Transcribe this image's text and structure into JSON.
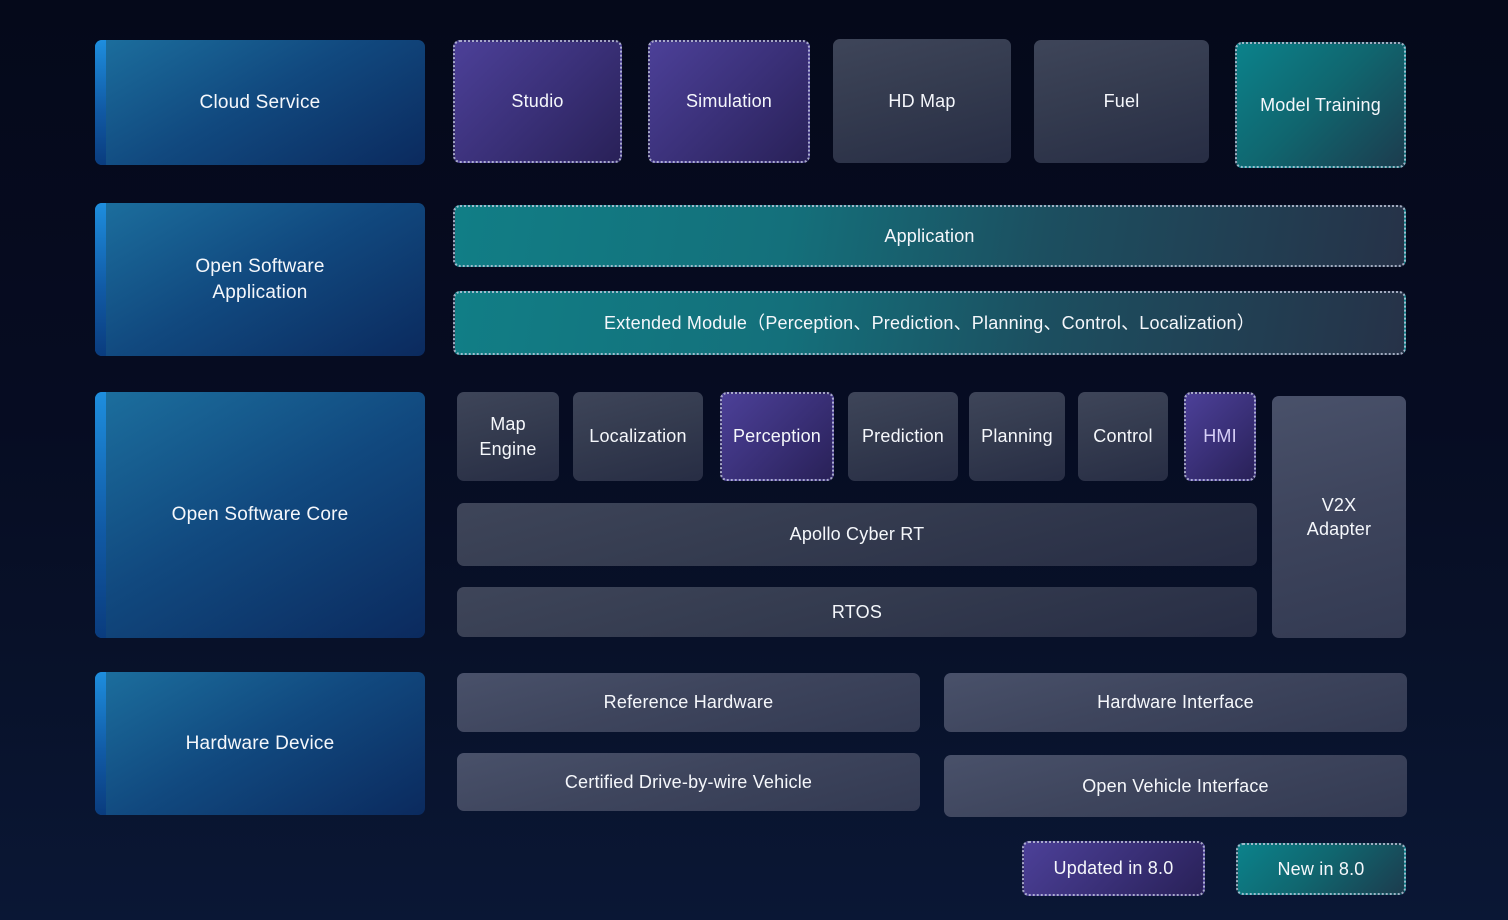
{
  "colors": {
    "background_top": "#05091a",
    "background_bottom": "#0a1735",
    "category_blue_light": "#1c6f9e",
    "category_blue_dark": "#0b2a5e",
    "accent_strip_blue": "#1e8ede",
    "updated_purple": "#43388f",
    "new_teal": "#0f7e87",
    "module_slate": "#343b4f",
    "dashed_border": "#cdd2e6",
    "text_white": "#f5f7fb",
    "hmi_text_lavender": "#d6cff7"
  },
  "categories": {
    "cloud_service": "Cloud Service",
    "open_software_application": "Open Software Application",
    "open_software_core": "Open Software Core",
    "hardware_device": "Hardware Device"
  },
  "cloud_row": {
    "studio": "Studio",
    "simulation": "Simulation",
    "hd_map": "HD Map",
    "fuel": "Fuel",
    "model_training": "Model Training"
  },
  "application_row": {
    "application": "Application",
    "extended_module": "Extended Module（Perception、Prediction、Planning、Control、Localization）"
  },
  "core_row": {
    "map_engine": "Map Engine",
    "localization": "Localization",
    "perception": "Perception",
    "prediction": "Prediction",
    "planning": "Planning",
    "control": "Control",
    "hmi": "HMI",
    "v2x_adapter": "V2X Adapter",
    "cyber_rt": "Apollo Cyber RT",
    "rtos": "RTOS"
  },
  "hardware_row": {
    "reference_hardware": "Reference Hardware",
    "hardware_interface": "Hardware Interface",
    "certified_vehicle": "Certified Drive-by-wire Vehicle",
    "open_vehicle_interface": "Open Vehicle Interface"
  },
  "legend": {
    "updated": "Updated in 8.0",
    "new": "New in 8.0"
  }
}
